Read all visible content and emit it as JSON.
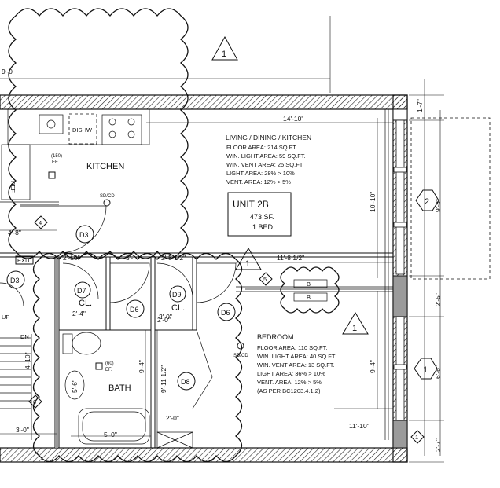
{
  "revision_mark": "1",
  "rooms": {
    "kitchen": "KITCHEN",
    "bath": "BATH",
    "bedroom": "BEDROOM",
    "closet": "CL.",
    "closet2": "CL."
  },
  "living_block": {
    "title": "LIVING / DINING / KITCHEN",
    "lines": [
      "FLOOR AREA: 214 SQ.FT.",
      "WIN. LIGHT AREA: 59 SQ.FT.",
      "WIN. VENT AREA: 25 SQ.FT.",
      "LIGHT AREA: 28% > 10%",
      "VENT. AREA: 12% > 5%"
    ]
  },
  "bedroom_block": {
    "lines": [
      "FLOOR AREA: 110 SQ.FT.",
      "WIN. LIGHT AREA: 40 SQ.FT.",
      "WIN. VENT AREA: 13 SQ.FT.",
      "LIGHT AREA: 36% > 10%",
      "VENT. AREA: 12% > 5%",
      "(AS PER BC1203.4.1.2)"
    ]
  },
  "unit_box": {
    "name": "UNIT 2B",
    "area": "473 SF.",
    "beds": "1 BED"
  },
  "doors": [
    "D3",
    "D3",
    "D7",
    "D9",
    "D6",
    "D6",
    "D8"
  ],
  "dimensions": {
    "top": "14'-10\"",
    "living_height": "10'-10\"",
    "bed_width": "11'-8 1/2\"",
    "bed_height": "9'-4\"",
    "bottom": "11'-10\"",
    "bath_w": "5'-0\"",
    "left_bottom": "3'-0\"",
    "left_mid": "4'-8\"",
    "bath_h": "9'-4\"",
    "corridor_h": "9'-11 1/2\"",
    "corr_w": "2'-0\"",
    "corr_bot": "2'-0\"",
    "cl_w": "2'-10\"",
    "cl_top": "3'-",
    "cl2": "2'-5 1/2\"",
    "cl_small": "2'-0\"",
    "cl_small2": "2'-4\"",
    "r1": "1'-7\"",
    "r2": "9'-8\"",
    "r3": "2'-5\"",
    "r4": "6'-6\"",
    "r5": "2'-7\"",
    "stair_dim": "4'-10\"",
    "bath_small": "5'-6\"",
    "top_left": "9'-0"
  },
  "labels": {
    "ref": "REF",
    "dishw": "DISHW",
    "exit": "EXIT",
    "up": "UP",
    "dn": "DN",
    "sdcd": "SD/CD",
    "sdcd2": "SD/CD",
    "ef1": "(150)\nEF.",
    "ef2": "(60)\nEF.",
    "window_b": "B"
  },
  "markers": {
    "hex_r2": "2",
    "hex_r1": "1",
    "diamond_4": "4",
    "diamond_5": "5",
    "diamond_6": "6",
    "diamond_1": "1"
  }
}
